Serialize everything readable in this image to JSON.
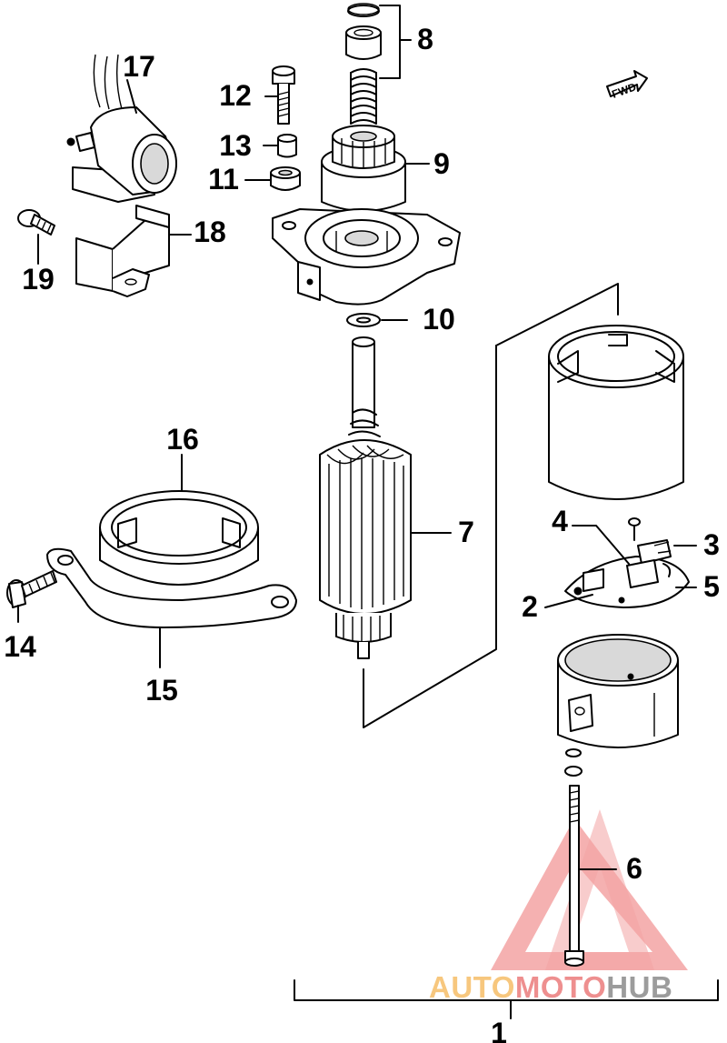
{
  "diagram": {
    "callouts": [
      {
        "id": "p1",
        "label": "1"
      },
      {
        "id": "p2",
        "label": "2"
      },
      {
        "id": "p3",
        "label": "3"
      },
      {
        "id": "p4",
        "label": "4"
      },
      {
        "id": "p5",
        "label": "5"
      },
      {
        "id": "p6",
        "label": "6"
      },
      {
        "id": "p7",
        "label": "7"
      },
      {
        "id": "p8",
        "label": "8"
      },
      {
        "id": "p9",
        "label": "9"
      },
      {
        "id": "p10",
        "label": "10"
      },
      {
        "id": "p11",
        "label": "11"
      },
      {
        "id": "p12",
        "label": "12"
      },
      {
        "id": "p13",
        "label": "13"
      },
      {
        "id": "p14",
        "label": "14"
      },
      {
        "id": "p15",
        "label": "15"
      },
      {
        "id": "p16",
        "label": "16"
      },
      {
        "id": "p17",
        "label": "17"
      },
      {
        "id": "p18",
        "label": "18"
      },
      {
        "id": "p19",
        "label": "19"
      }
    ],
    "forward_arrow_label": "FWD"
  },
  "watermark": {
    "part1": "AUTO",
    "part2": "MOTO",
    "part3": "HUB",
    "colors": {
      "triangle": "#f3a3a3",
      "auto": "#f7c77e",
      "moto": "#ee8f8f",
      "hub": "#9c9c9c"
    }
  }
}
